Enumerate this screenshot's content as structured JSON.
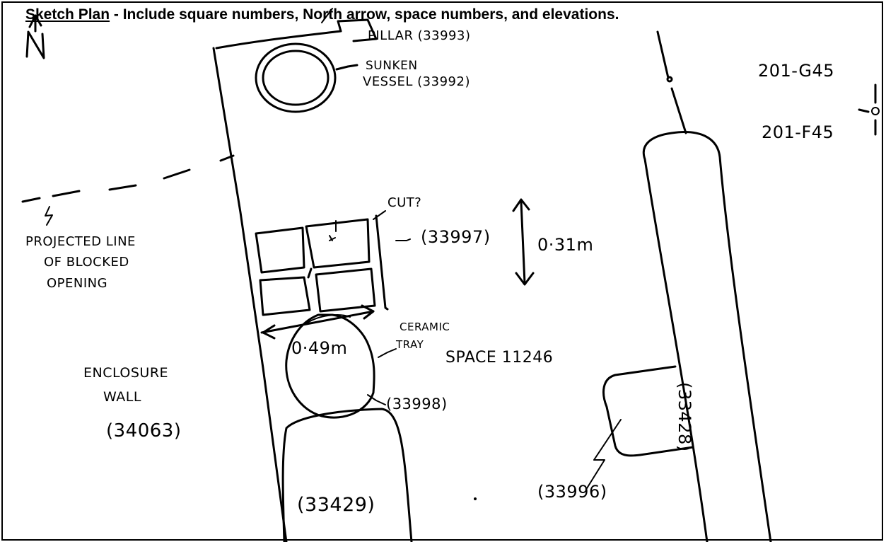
{
  "header": {
    "title_underlined": "Sketch Plan",
    "title_rest": " - Include square numbers, North arrow, space numbers, and elevations."
  },
  "labels": {
    "north": "N",
    "pillar": "PILLAR (33993)",
    "sunken_vessel_line1": "SUNKEN",
    "sunken_vessel_line2": "VESSEL (33992)",
    "square_upper": "201-G45",
    "square_lower": "201-F45",
    "cut": "CUT?",
    "feature_33997": "(33997)",
    "depth": "0·31m",
    "projected_line_1": "PROJECTED LINE",
    "projected_line_2": "OF BLOCKED",
    "projected_line_3": "OPENING",
    "ceramic_tray_1": "CERAMIC",
    "ceramic_tray_2": "TRAY",
    "width": "0·49m",
    "space": "SPACE 11246",
    "enclosure_1": "ENCLOSURE",
    "enclosure_2": "WALL",
    "enclosure_3": "(34063)",
    "feature_33998": "(33998)",
    "feature_33996": "(33996)",
    "feature_33429": "(33429)",
    "feature_33428": "(33428)"
  }
}
